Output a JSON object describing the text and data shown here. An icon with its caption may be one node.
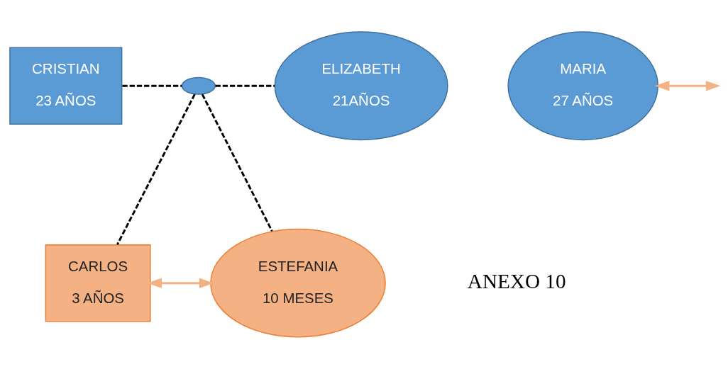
{
  "diagram": {
    "nodes": [
      {
        "text": [
          "CRISTIAN",
          "23 AÑOS"
        ]
      },
      {
        "text": [],
        "shape": "circle"
      },
      {
        "text": [
          "ELIZABETH",
          "21AÑOS"
        ]
      },
      {
        "text": [
          "MARIA",
          "27 AÑOS"
        ]
      },
      {
        "text": [
          "CARLOS",
          "3 AÑOS"
        ]
      },
      {
        "text": [
          "ESTEFANIA",
          "10 MESES"
        ]
      }
    ],
    "edges": [
      {
        "from": 0,
        "to": 1,
        "arrow": "none",
        "style": "dashed"
      },
      {
        "from": 1,
        "to": 2,
        "arrow": "none",
        "style": "dashed"
      },
      {
        "from": 1,
        "to": 4,
        "arrow": "none",
        "style": "dashed"
      },
      {
        "from": 1,
        "to": 5,
        "arrow": "none",
        "style": "dashed"
      },
      {
        "from": 4,
        "to": 5,
        "arrow": "both",
        "color": "#f4b183"
      },
      {
        "from": 3,
        "to": null,
        "arrow": "both",
        "color": "#f4b183"
      }
    ],
    "labels": [
      "ANEXO 10"
    ]
  }
}
